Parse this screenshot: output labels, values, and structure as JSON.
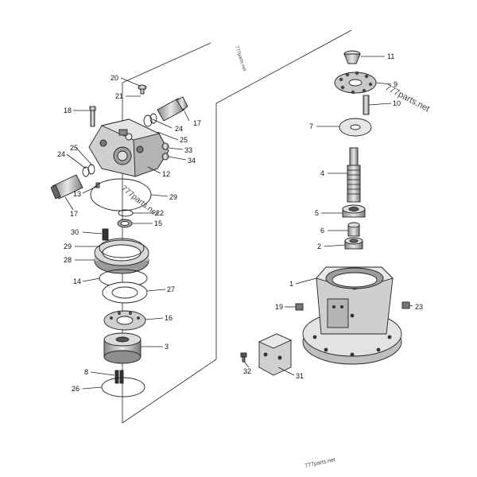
{
  "labels": {
    "p1": "1",
    "p2": "2",
    "p3": "3",
    "p4": "4",
    "p5": "5",
    "p6": "6",
    "p7": "7",
    "p8": "8",
    "p9": "9",
    "p10": "10",
    "p11": "11",
    "p12": "12",
    "p13": "13",
    "p14": "14",
    "p15": "15",
    "p16": "16",
    "p17a": "17",
    "p17b": "17",
    "p18": "18",
    "p19": "19",
    "p20": "20",
    "p21": "21",
    "p22": "22",
    "p23": "23",
    "p24a": "24",
    "p24b": "24",
    "p25a": "25",
    "p25b": "25",
    "p26": "26",
    "p27": "27",
    "p28": "28",
    "p29a": "29",
    "p29b": "29",
    "p30": "30",
    "p31": "31",
    "p32": "32",
    "p33": "33",
    "p34": "34"
  },
  "watermarks": {
    "top": "777parts.net",
    "right": "777parts.net",
    "center": "777parts.net",
    "bottom": "777parts.net"
  },
  "colors": {
    "line": "#222222",
    "shade": "#bdbdbd",
    "dark": "#555555",
    "light": "#e6e6e6"
  }
}
